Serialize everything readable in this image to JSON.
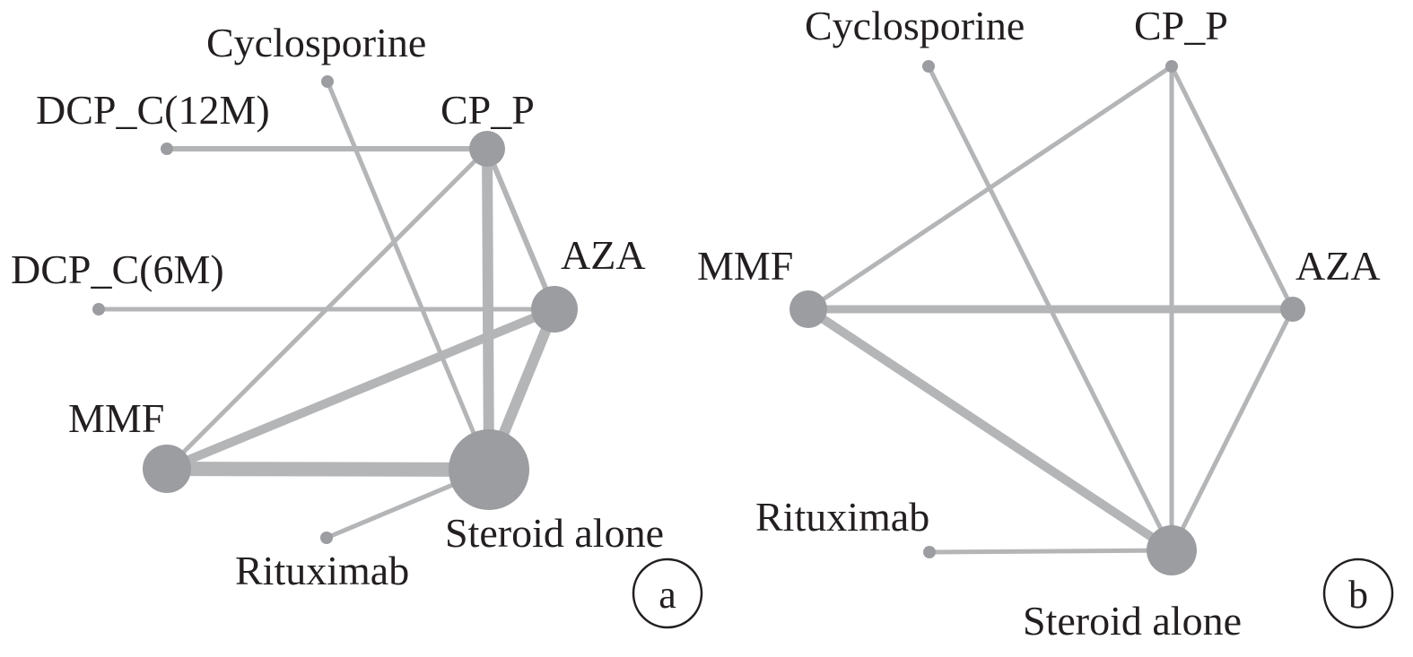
{
  "panels": [
    {
      "id": "a",
      "badge": "a",
      "nodes": [
        {
          "id": "Cyclosporine",
          "label": "Cyclosporine"
        },
        {
          "id": "DCP_C(12M)",
          "label": "DCP_C(12M)"
        },
        {
          "id": "CP_P",
          "label": "CP_P"
        },
        {
          "id": "DCP_C(6M)",
          "label": "DCP_C(6M)"
        },
        {
          "id": "AZA",
          "label": "AZA"
        },
        {
          "id": "MMF",
          "label": "MMF"
        },
        {
          "id": "Steroid alone",
          "label": "Steroid alone"
        },
        {
          "id": "Rituximab",
          "label": "Rituximab"
        }
      ],
      "edges": [
        {
          "source": "Cyclosporine",
          "target": "Steroid alone"
        },
        {
          "source": "DCP_C(12M)",
          "target": "CP_P"
        },
        {
          "source": "CP_P",
          "target": "Steroid alone"
        },
        {
          "source": "CP_P",
          "target": "AZA"
        },
        {
          "source": "CP_P",
          "target": "MMF"
        },
        {
          "source": "DCP_C(6M)",
          "target": "AZA"
        },
        {
          "source": "AZA",
          "target": "MMF"
        },
        {
          "source": "AZA",
          "target": "Steroid alone"
        },
        {
          "source": "MMF",
          "target": "Steroid alone"
        },
        {
          "source": "Rituximab",
          "target": "Steroid alone"
        }
      ]
    },
    {
      "id": "b",
      "badge": "b",
      "nodes": [
        {
          "id": "Cyclosporine",
          "label": "Cyclosporine"
        },
        {
          "id": "CP_P",
          "label": "CP_P"
        },
        {
          "id": "MMF",
          "label": "MMF"
        },
        {
          "id": "AZA",
          "label": "AZA"
        },
        {
          "id": "Rituximab",
          "label": "Rituximab"
        },
        {
          "id": "Steroid alone",
          "label": "Steroid alone"
        }
      ],
      "edges": [
        {
          "source": "Cyclosporine",
          "target": "Steroid alone"
        },
        {
          "source": "CP_P",
          "target": "MMF"
        },
        {
          "source": "CP_P",
          "target": "AZA"
        },
        {
          "source": "CP_P",
          "target": "Steroid alone"
        },
        {
          "source": "MMF",
          "target": "AZA"
        },
        {
          "source": "MMF",
          "target": "Steroid alone"
        },
        {
          "source": "AZA",
          "target": "Steroid alone"
        },
        {
          "source": "Rituximab",
          "target": "Steroid alone"
        }
      ]
    }
  ]
}
